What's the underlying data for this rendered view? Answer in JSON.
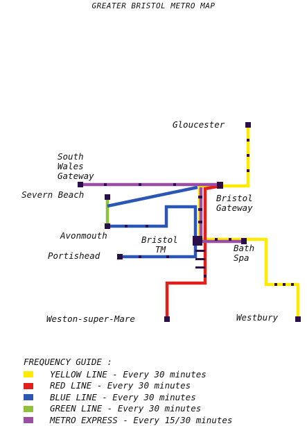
{
  "title": "GREATER BRISTOL METRO MAP",
  "stations": {
    "gloucester": "Gloucester",
    "south_wales_gateway": [
      "South",
      "Wales",
      "Gateway"
    ],
    "severn_beach": "Severn Beach",
    "bristol_gateway": [
      "Bristol",
      "Gateway"
    ],
    "avonmouth": "Avonmouth",
    "bristol_tm": [
      "Bristol",
      "TM"
    ],
    "bath_spa": [
      "Bath",
      "Spa"
    ],
    "portishead": "Portishead",
    "weston_super_mare": "Weston-super-Mare",
    "westbury": "Westbury"
  },
  "lines": {
    "yellow": {
      "color": "#ffea00"
    },
    "red": {
      "color": "#e0201b"
    },
    "blue": {
      "color": "#2b57b4"
    },
    "green": {
      "color": "#8fc23a"
    },
    "metro_express": {
      "color": "#9a4fa4"
    }
  },
  "legend": {
    "title": "FREQUENCY GUIDE :",
    "items": [
      {
        "label": "YELLOW LINE - Every 30 minutes",
        "color": "#ffea00"
      },
      {
        "label": "RED LINE - Every 30 minutes",
        "color": "#e0201b"
      },
      {
        "label": "BLUE LINE - Every 30 minutes",
        "color": "#2b57b4"
      },
      {
        "label": "GREEN LINE - Every 30 minutes",
        "color": "#8fc23a"
      },
      {
        "label": "METRO EXPRESS - Every 15/30 minutes",
        "color": "#9a4fa4"
      }
    ]
  }
}
